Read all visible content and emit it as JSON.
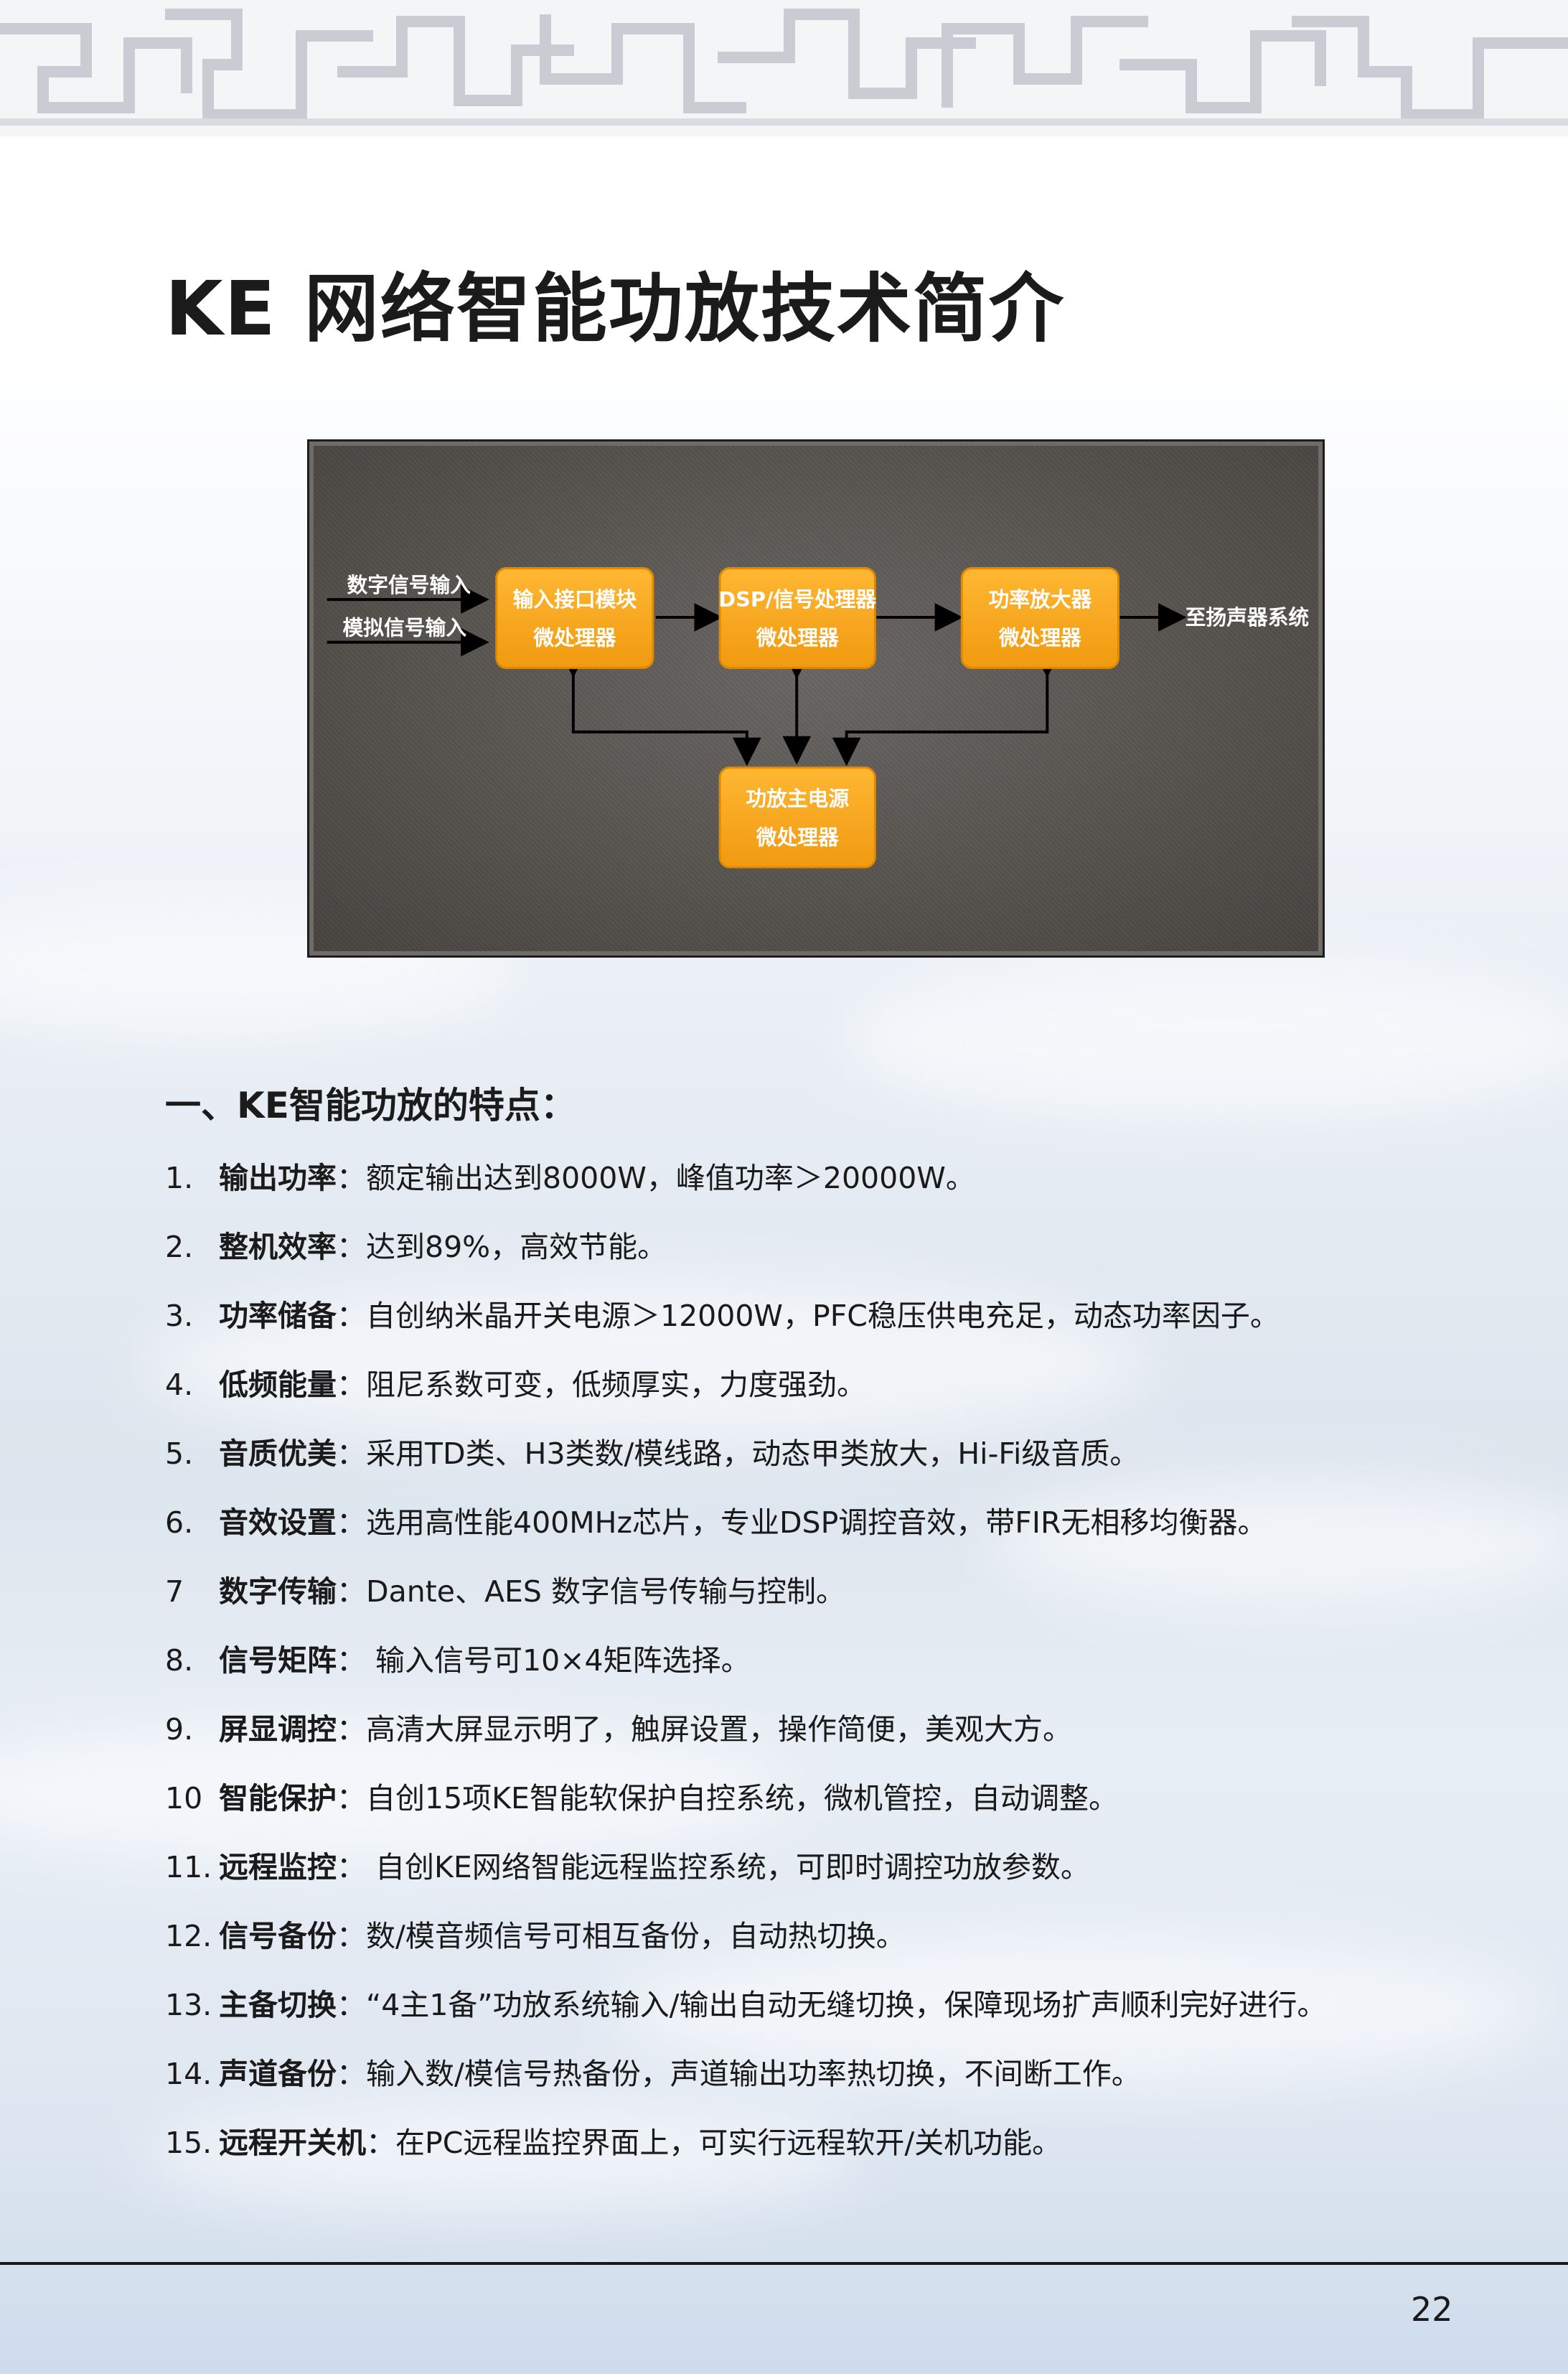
{
  "title": "KE 网络智能功放技术简介",
  "diagram": {
    "inputs": [
      "数字信号输入",
      "模拟信号输入"
    ],
    "output": "至扬声器系统",
    "nodes": {
      "input_interface": {
        "line1": "输入接口模块",
        "line2": "微处理器"
      },
      "dsp": {
        "line1": "DSP/信号处理器",
        "line2": "微处理器"
      },
      "amplifier": {
        "line1": "功率放大器",
        "line2": "微处理器"
      },
      "power_supply": {
        "line1": "功放主电源",
        "line2": "微处理器"
      }
    },
    "colors": {
      "node": "#f5a623",
      "node_edge": "#e08a00",
      "background": "#575350"
    }
  },
  "section_heading": "一、KE智能功放的特点：",
  "features": [
    {
      "num": "1.",
      "name": "输出功率",
      "desc": "：额定输出达到8000W，峰值功率＞20000W。"
    },
    {
      "num": "2.",
      "name": "整机效率",
      "desc": "：达到89%，高效节能。"
    },
    {
      "num": "3.",
      "name": "功率储备",
      "desc": "：自创纳米晶开关电源＞12000W，PFC稳压供电充足，动态功率因子。"
    },
    {
      "num": "4.",
      "name": "低频能量",
      "desc": "：阻尼系数可变，低频厚实，力度强劲。"
    },
    {
      "num": "5.",
      "name": "音质优美",
      "desc": "：采用TD类、H3类数/模线路，动态甲类放大，Hi-Fi级音质。"
    },
    {
      "num": "6.",
      "name": "音效设置",
      "desc": "：选用高性能400MHz芯片，专业DSP调控音效，带FIR无相移均衡器。"
    },
    {
      "num": "7",
      "name": "数字传输",
      "desc": "：Dante、AES 数字信号传输与控制。"
    },
    {
      "num": "8.",
      "name": "信号矩阵",
      "desc": "： 输入信号可10×4矩阵选择。"
    },
    {
      "num": "9.",
      "name": "屏显调控",
      "desc": "：高清大屏显示明了，触屏设置，操作简便，美观大方。"
    },
    {
      "num": "10",
      "name": "智能保护",
      "desc": "：自创15项KE智能软保护自控系统，微机管控，自动调整。"
    },
    {
      "num": "11.",
      "name": "远程监控",
      "desc": "： 自创KE网络智能远程监控系统，可即时调控功放参数。"
    },
    {
      "num": "12.",
      "name": "信号备份",
      "desc": "：数/模音频信号可相互备份，自动热切换。"
    },
    {
      "num": "13.",
      "name": "主备切换",
      "desc": "：“4主1备”功放系统输入/输出自动无缝切换，保障现场扩声顺利完好进行。"
    },
    {
      "num": "14.",
      "name": "声道备份",
      "desc": "：输入数/模信号热备份，声道输出功率热切换，不间断工作。"
    },
    {
      "num": "15.",
      "name": "远程开关机",
      "desc": "：在PC远程监控界面上，可实行远程软开/关机功能。"
    }
  ],
  "page_number": "22"
}
